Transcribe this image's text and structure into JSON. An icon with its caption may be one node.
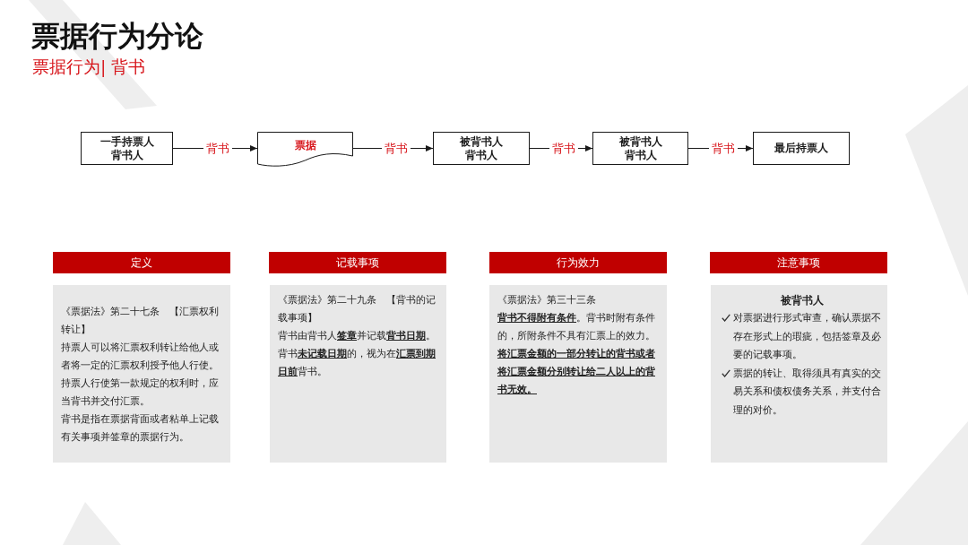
{
  "diagram": {
    "title": "票据行为分论",
    "nodes": [
      {
        "text": [
          "一手持票人",
          "背书人"
        ]
      },
      {
        "text": [
          "票据"
        ]
      },
      {
        "text": [
          "被背书人",
          "背书人"
        ]
      },
      {
        "text": [
          "被背书人",
          "背书人"
        ]
      },
      {
        "text": [
          "最后持票人"
        ]
      },
      {
        "text": [
          "定义"
        ]
      },
      {
        "text": [
          "《票据法》第二十七条　【汇票权利转让】",
          "持票人可以将汇票权利转让给他人或者将一定的汇票权利授予他人行使。",
          "持票人行使第一款规定的权利时，应当背书并交付汇票。",
          "背书是指在票据背面或者粘单上记载有关事项并签章的票据行为。"
        ]
      },
      {
        "text": [
          "记载事项"
        ]
      },
      {
        "text": [
          "《票据法》第二十九条　【背书的记载事项】",
          "背书由背书人**签章**并记载**背书日期**。",
          "背书**未记载日期**的，视为在**汇票到期日前**背书。"
        ]
      },
      {
        "text": [
          "行为效力"
        ]
      },
      {
        "text": [
          "《票据法》第三十三条",
          "**背书不得附有条件**。背书时附有条件的，所附条件不具有汇票上的效力。",
          "将汇票金额的一部分转让的背书或者将汇票金额分别转让给二人以上的背书无效。"
        ]
      },
      {
        "text": [
          "注意事项"
        ]
      },
      {
        "text": [
          "被背书人",
          "对票据进行形式审查，确认票据不存在形式上的瑕疵，包括签章及必要的记载事项。",
          "票据的转让、取得须具有真实的交易关系和债权债务关系，并支付合理的对价。"
        ]
      }
    ],
    "edges": [
      {
        "from": 0,
        "to": 1,
        "arrow": "to",
        "label": "背书"
      },
      {
        "from": 1,
        "to": 2,
        "arrow": "to",
        "label": "背书"
      },
      {
        "from": 2,
        "to": 3,
        "arrow": "to",
        "label": "背书"
      },
      {
        "from": 3,
        "to": 4,
        "arrow": "to",
        "label": "背书"
      }
    ],
    "labels": [
      "票据行为| 背书"
    ]
  }
}
